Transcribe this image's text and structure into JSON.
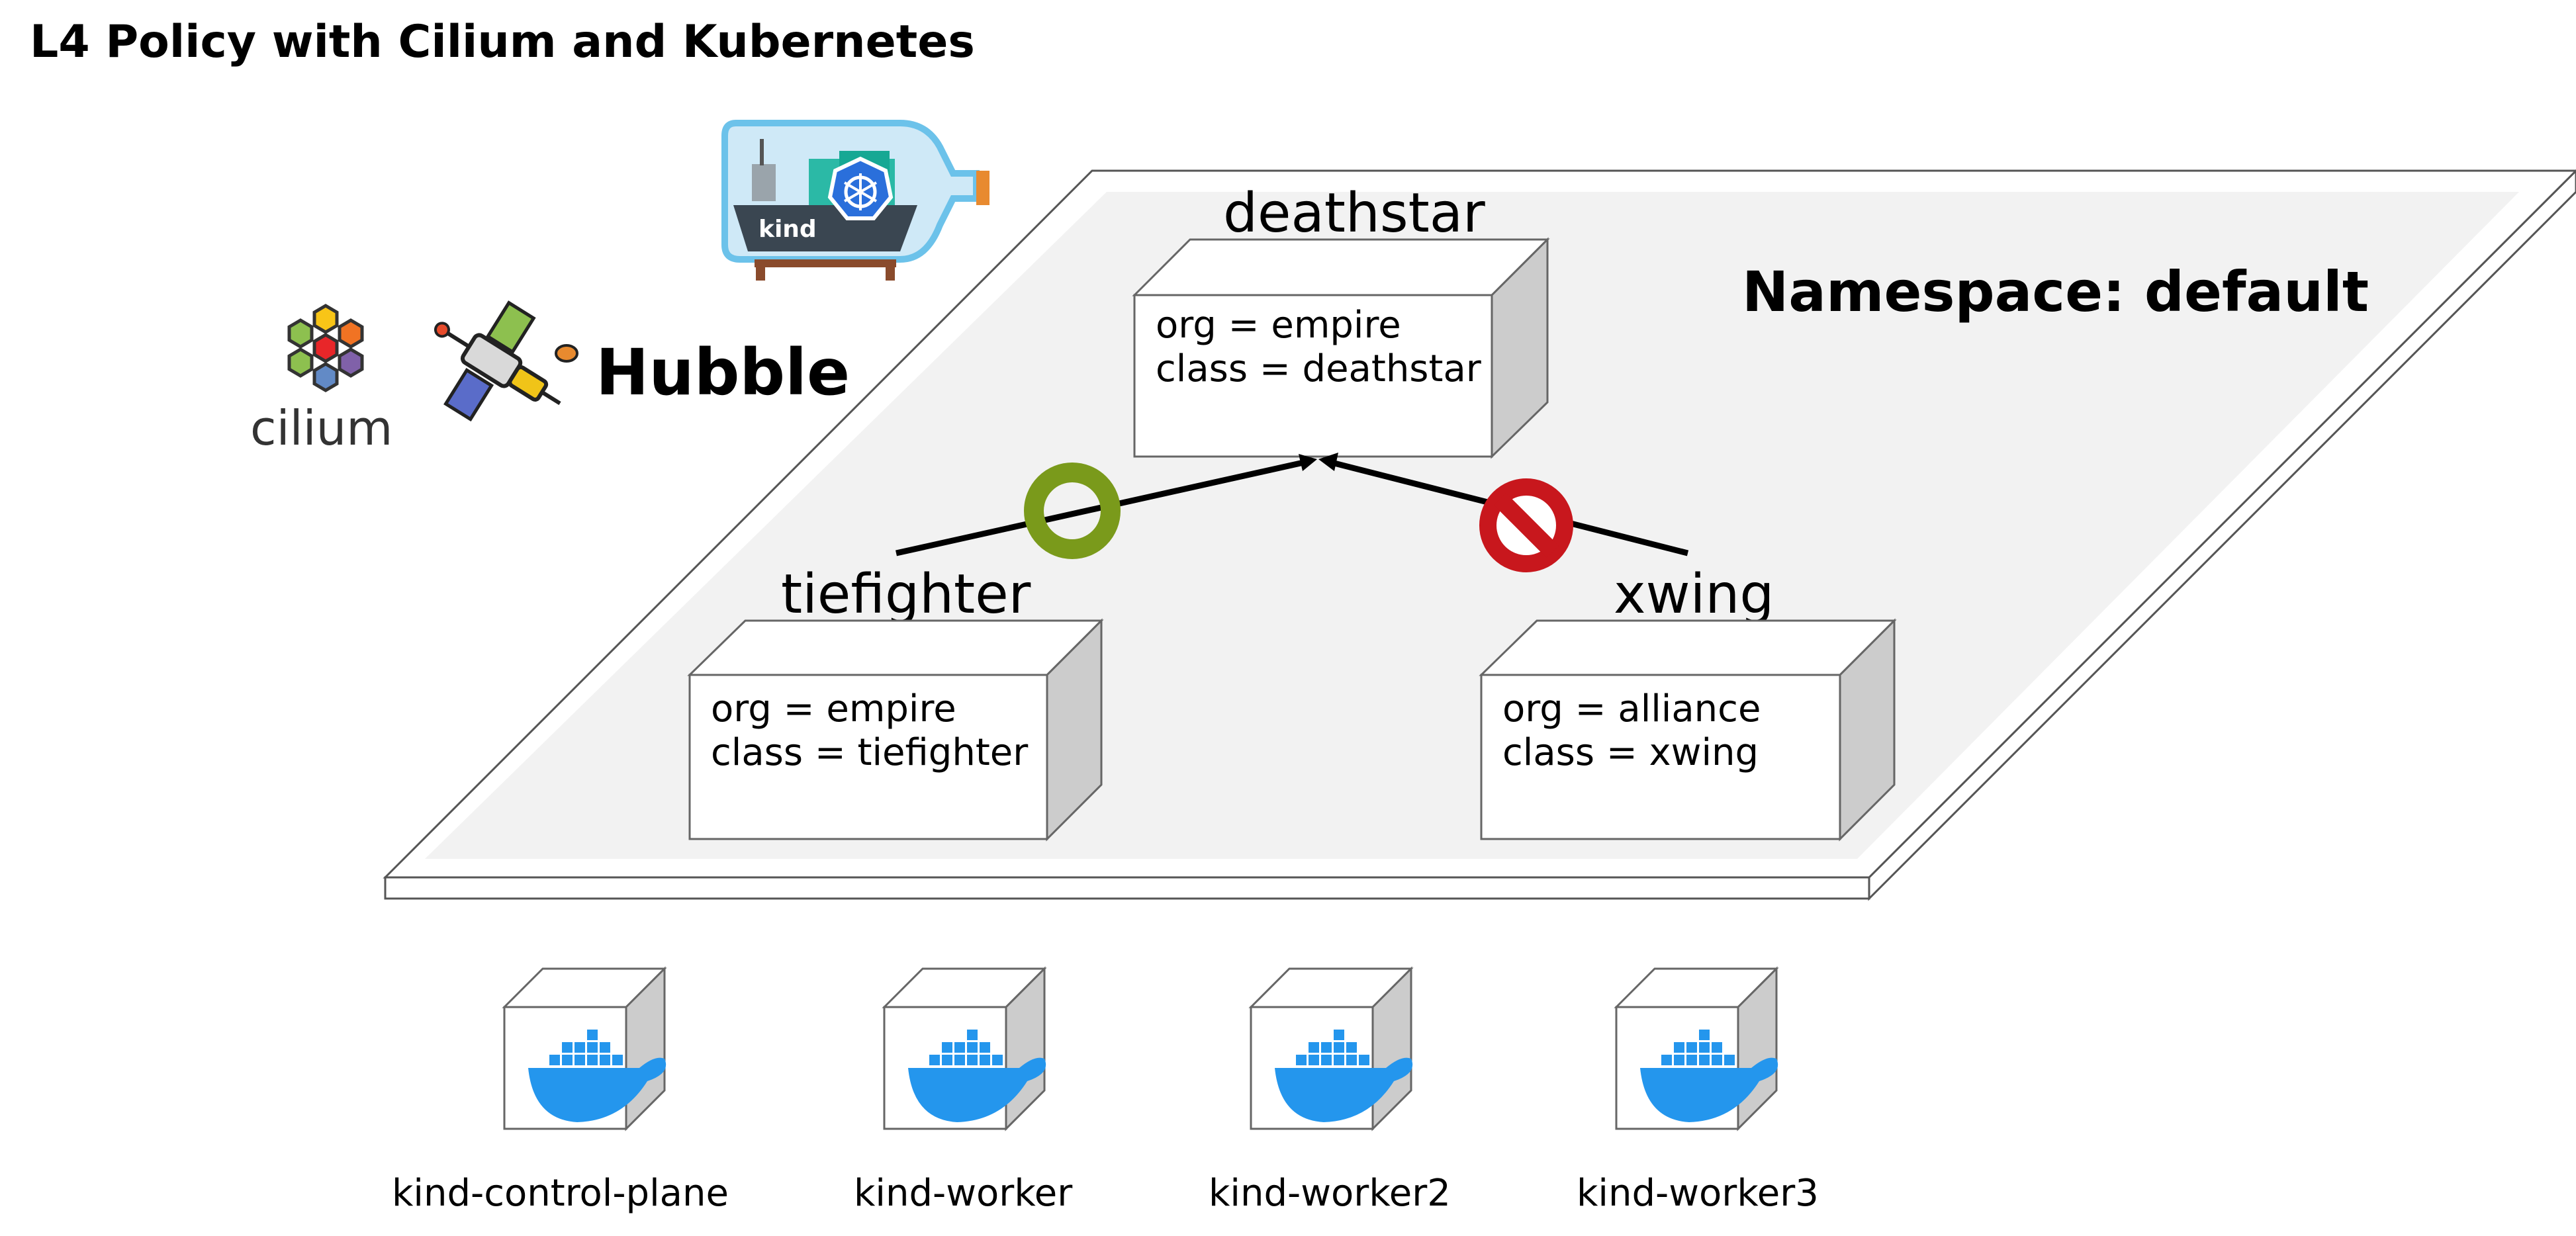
{
  "slide": {
    "title": "L4 Policy with Cilium and Kubernetes",
    "namespace_label": "Namespace: default"
  },
  "logos": {
    "kind_text": "kind",
    "cilium_text": "cilium",
    "hubble_text": "Hubble"
  },
  "pods": {
    "deathstar": {
      "name": "deathstar",
      "label_org": "org = empire",
      "label_class": "class = deathstar"
    },
    "tiefighter": {
      "name": "tiefighter",
      "label_org": "org = empire",
      "label_class": "class = tiefighter"
    },
    "xwing": {
      "name": "xwing",
      "label_org": "org = alliance",
      "label_class": "class = xwing"
    }
  },
  "nodes": [
    {
      "name": "kind-control-plane"
    },
    {
      "name": "kind-worker"
    },
    {
      "name": "kind-worker2"
    },
    {
      "name": "kind-worker3"
    }
  ],
  "colors": {
    "allowed": "#7a9a1b",
    "denied": "#c8171d",
    "docker_blue": "#2496ed",
    "platform_fill": "#f2f2f2",
    "box_side": "#cccccc"
  }
}
